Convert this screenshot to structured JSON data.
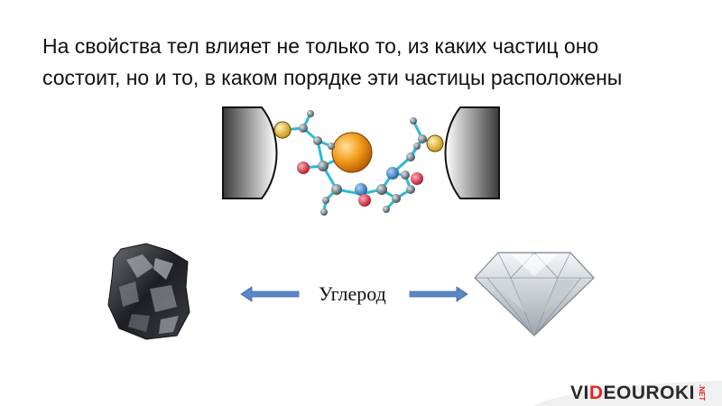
{
  "heading": {
    "line1": "На свойства тел влияет не только то, из каких частиц оно",
    "line2": "состоит, но и то, в каком порядке эти частицы расположены"
  },
  "carbon_label": "Углерод",
  "logo": {
    "text_pre": "VI",
    "text_accent": "D",
    "text_post": "EOUROKI",
    "suffix": ".NET"
  },
  "colors": {
    "arrow": "#5b87c5",
    "bond": "#29bcd6",
    "brand_red": "#e4262b"
  }
}
